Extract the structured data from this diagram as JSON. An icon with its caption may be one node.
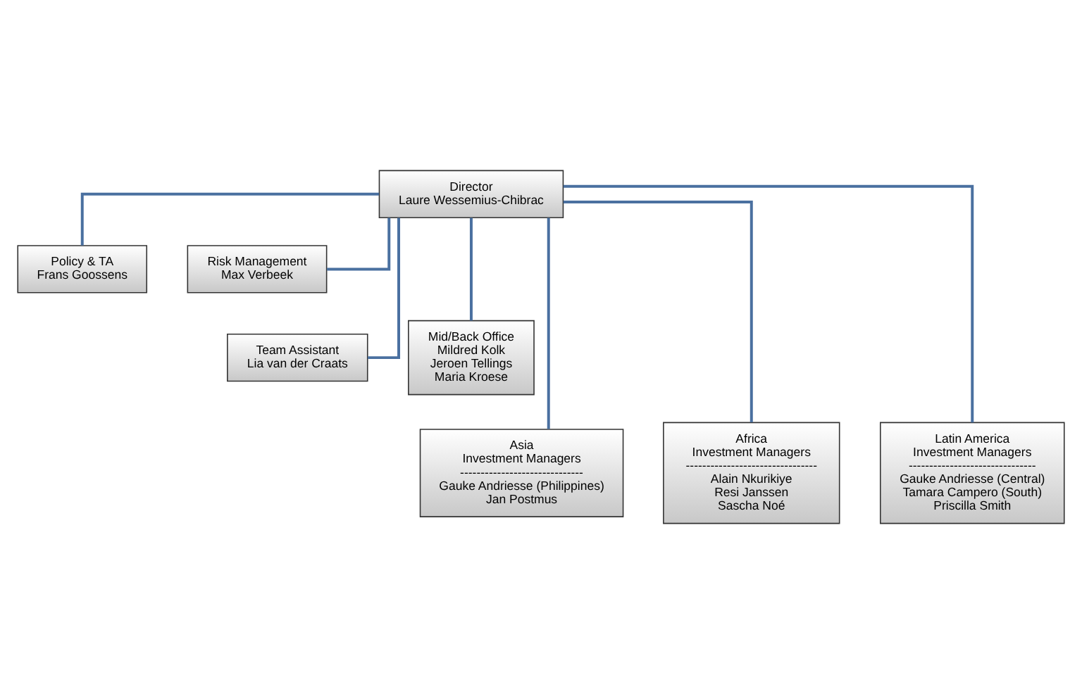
{
  "diagram": {
    "nodes": [
      {
        "text": [
          "Director",
          "Laure Wessemius-Chibrac"
        ]
      },
      {
        "text": [
          "Policy & TA",
          "Frans Goossens"
        ]
      },
      {
        "text": [
          "Risk Management",
          "Max Verbeek"
        ]
      },
      {
        "text": [
          "Team Assistant",
          "Lia van der Craats"
        ]
      },
      {
        "text": [
          "Mid/Back Office",
          "Mildred Kolk",
          "Jeroen Tellings",
          "Maria Kroese"
        ]
      },
      {
        "text": [
          "Asia",
          "Investment Managers",
          "------------------------------",
          "Gauke Andriesse (Philippines)",
          "Jan Postmus"
        ]
      },
      {
        "text": [
          "Africa",
          "Investment Managers",
          "--------------------------------",
          "Alain Nkurikiye",
          "Resi Janssen",
          "Sascha Noé"
        ]
      },
      {
        "text": [
          "Latin America",
          "Investment Managers",
          "-------------------------------",
          "Gauke Andriesse (Central)",
          "Tamara Campero (South)",
          "Priscilla Smith"
        ]
      }
    ],
    "edges": [
      {
        "from": 0,
        "to": 1,
        "arrow": "none"
      },
      {
        "from": 0,
        "to": 2,
        "arrow": "none"
      },
      {
        "from": 0,
        "to": 3,
        "arrow": "none"
      },
      {
        "from": 0,
        "to": 4,
        "arrow": "none"
      },
      {
        "from": 0,
        "to": 5,
        "arrow": "none"
      },
      {
        "from": 0,
        "to": 6,
        "arrow": "none"
      },
      {
        "from": 0,
        "to": 7,
        "arrow": "none"
      }
    ]
  }
}
